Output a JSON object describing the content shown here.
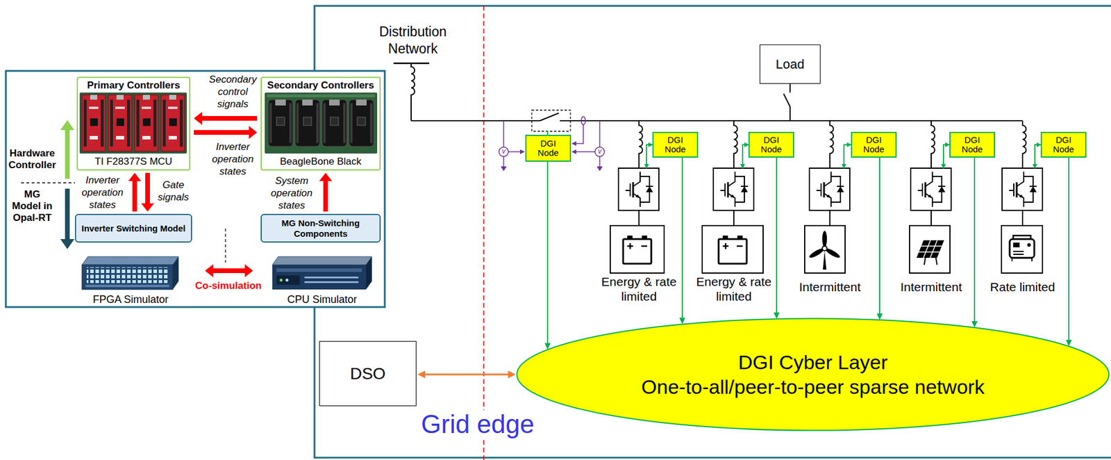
{
  "diagram": {
    "nodes": [
      {
        "text": [
          "Primary Controllers",
          "TI F28377S MCU"
        ]
      },
      {
        "text": [
          "Secondary Controllers",
          "BeagleBone Black"
        ]
      },
      {
        "text": [
          "Inverter Switching Model"
        ]
      },
      {
        "text": [
          "MG Non-Switching Components"
        ]
      },
      {
        "text": [
          "FPGA Simulator"
        ]
      },
      {
        "text": [
          "CPU Simulator"
        ]
      },
      {
        "text": [
          "Load"
        ]
      },
      {
        "text": [
          "DGI Node"
        ]
      },
      {
        "text": [
          "DGI Node"
        ]
      },
      {
        "text": [
          "DGI Node"
        ]
      },
      {
        "text": [
          "DGI Node"
        ]
      },
      {
        "text": [
          "DGI Node"
        ]
      },
      {
        "text": [
          "DGI Node"
        ]
      },
      {
        "text": [
          "DSO"
        ]
      },
      {
        "text": [
          "DGI Cyber Layer",
          "One-to-all/peer-to-peer sparse network"
        ]
      }
    ],
    "edges": [
      {
        "from": 1,
        "to": 0,
        "arrow": "to",
        "label": "Secondary control signals"
      },
      {
        "from": 0,
        "to": 1,
        "arrow": "to",
        "label": "Inverter operation states"
      },
      {
        "from": 2,
        "to": 0,
        "arrow": "to",
        "label": "Inverter operation states"
      },
      {
        "from": 0,
        "to": 2,
        "arrow": "to",
        "label": "Gate signals"
      },
      {
        "from": 3,
        "to": 1,
        "arrow": "to",
        "label": "System operation states"
      },
      {
        "from": 4,
        "to": 5,
        "arrow": "both",
        "label": "Co-simulation"
      },
      {
        "from": 7,
        "to": 14,
        "arrow": "to"
      },
      {
        "from": 8,
        "to": 14,
        "arrow": "to"
      },
      {
        "from": 9,
        "to": 14,
        "arrow": "to"
      },
      {
        "from": 10,
        "to": 14,
        "arrow": "to"
      },
      {
        "from": 11,
        "to": 14,
        "arrow": "to"
      },
      {
        "from": 12,
        "to": 14,
        "arrow": "to"
      },
      {
        "from": 13,
        "to": 14,
        "arrow": "both"
      }
    ],
    "labels": [
      "Hardware Controller",
      "MG Model in Opal-RT",
      "Distribution Network",
      "v",
      "v",
      "Energy & rate limited",
      "Energy & rate limited",
      "Intermittent",
      "Intermittent",
      "Rate limited",
      "Grid edge"
    ]
  }
}
